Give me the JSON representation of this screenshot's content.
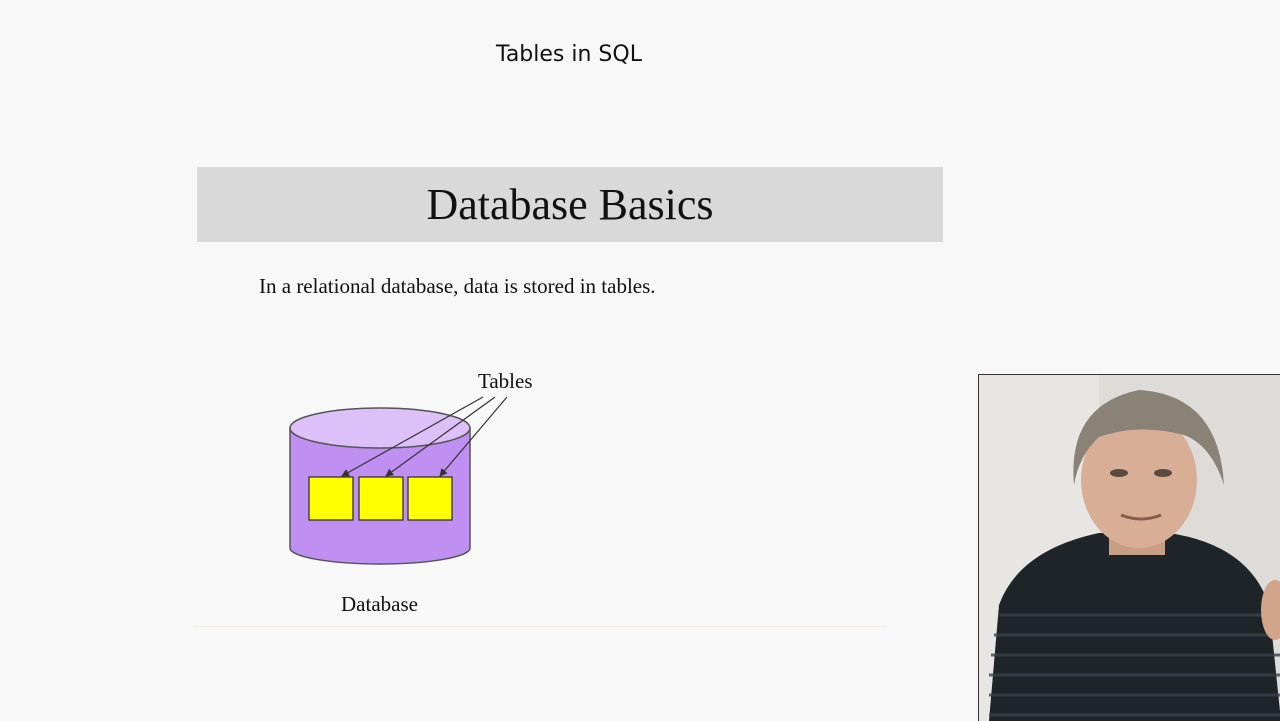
{
  "video_title": "Tables in SQL",
  "slide": {
    "heading": "Database Basics",
    "body": "In a relational database, data is stored in tables."
  },
  "diagram": {
    "tables_label": "Tables",
    "database_label": "Database",
    "table_count": 3,
    "colors": {
      "cylinder_body": "#bf8ff2",
      "cylinder_top": "#dcc0f7",
      "table_fill": "#ffff00",
      "outline": "#555555"
    }
  }
}
